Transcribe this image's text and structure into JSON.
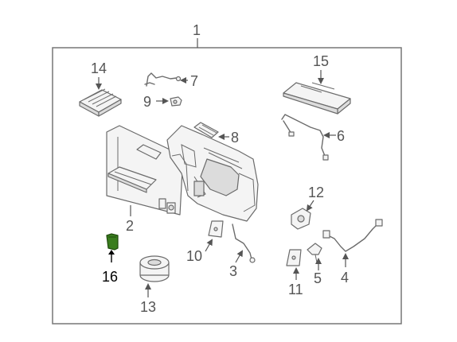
{
  "diagram": {
    "callouts": [
      {
        "id": "callout-1",
        "text": "1"
      },
      {
        "id": "callout-2",
        "text": "2"
      },
      {
        "id": "callout-3",
        "text": "3"
      },
      {
        "id": "callout-4",
        "text": "4"
      },
      {
        "id": "callout-5",
        "text": "5"
      },
      {
        "id": "callout-6",
        "text": "6"
      },
      {
        "id": "callout-7",
        "text": "7"
      },
      {
        "id": "callout-8",
        "text": "8"
      },
      {
        "id": "callout-9",
        "text": "9"
      },
      {
        "id": "callout-10",
        "text": "10"
      },
      {
        "id": "callout-11",
        "text": "11"
      },
      {
        "id": "callout-12",
        "text": "12"
      },
      {
        "id": "callout-13",
        "text": "13"
      },
      {
        "id": "callout-14",
        "text": "14"
      },
      {
        "id": "callout-15",
        "text": "15"
      },
      {
        "id": "callout-16",
        "text": "16"
      }
    ],
    "highlight": {
      "callout": "16",
      "color": "#3a7d1e"
    }
  }
}
